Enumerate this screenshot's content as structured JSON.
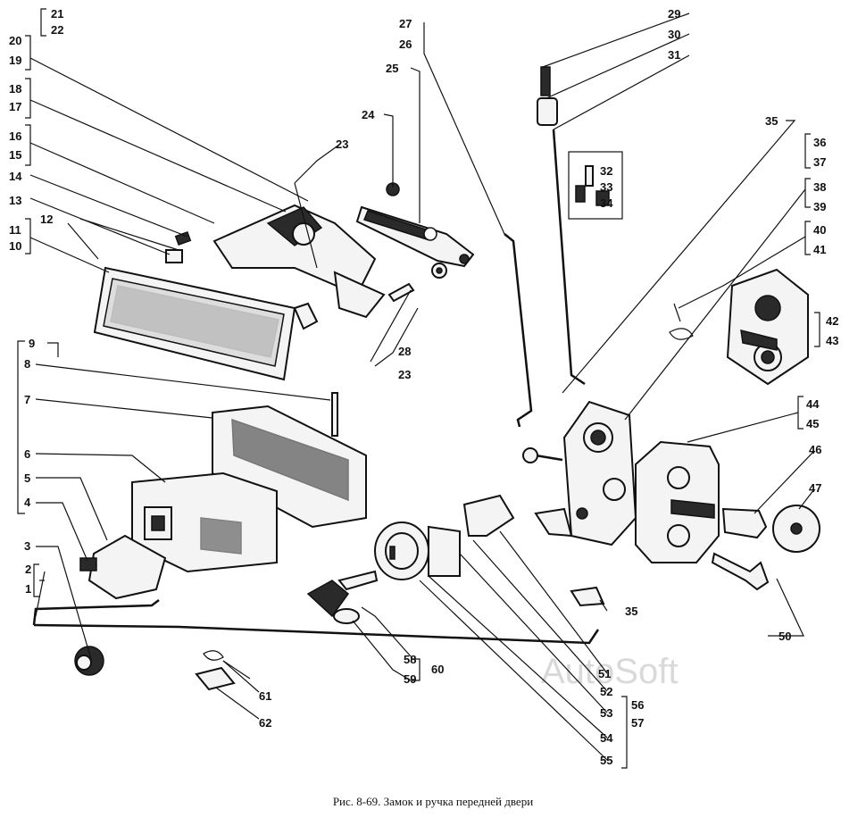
{
  "caption": "Рис. 8-69. Замок и ручка передней двери",
  "watermark": "AutoSoft",
  "labels": {
    "n1": "1",
    "n2": "2",
    "n3": "3",
    "n4": "4",
    "n5": "5",
    "n6": "6",
    "n7": "7",
    "n8": "8",
    "n9": "9",
    "n10": "10",
    "n11": "11",
    "n12": "12",
    "n13": "13",
    "n14": "14",
    "n15": "15",
    "n16": "16",
    "n17": "17",
    "n18": "18",
    "n19": "19",
    "n20": "20",
    "n21": "21",
    "n22": "22",
    "n23a": "23",
    "n23b": "23",
    "n24": "24",
    "n25": "25",
    "n26": "26",
    "n27": "27",
    "n28": "28",
    "n29": "29",
    "n30": "30",
    "n31": "31",
    "n32": "32",
    "n33": "33",
    "n34": "34",
    "n35a": "35",
    "n35b": "35",
    "n36": "36",
    "n37": "37",
    "n38": "38",
    "n39": "39",
    "n40": "40",
    "n41": "41",
    "n42": "42",
    "n43": "43",
    "n44": "44",
    "n45": "45",
    "n46": "46",
    "n47": "47",
    "n50": "50",
    "n51": "51",
    "n52": "52",
    "n53": "53",
    "n54": "54",
    "n55": "55",
    "n56": "56",
    "n57": "57",
    "n58": "58",
    "n59": "59",
    "n60": "60",
    "n61": "61",
    "n62": "62"
  }
}
